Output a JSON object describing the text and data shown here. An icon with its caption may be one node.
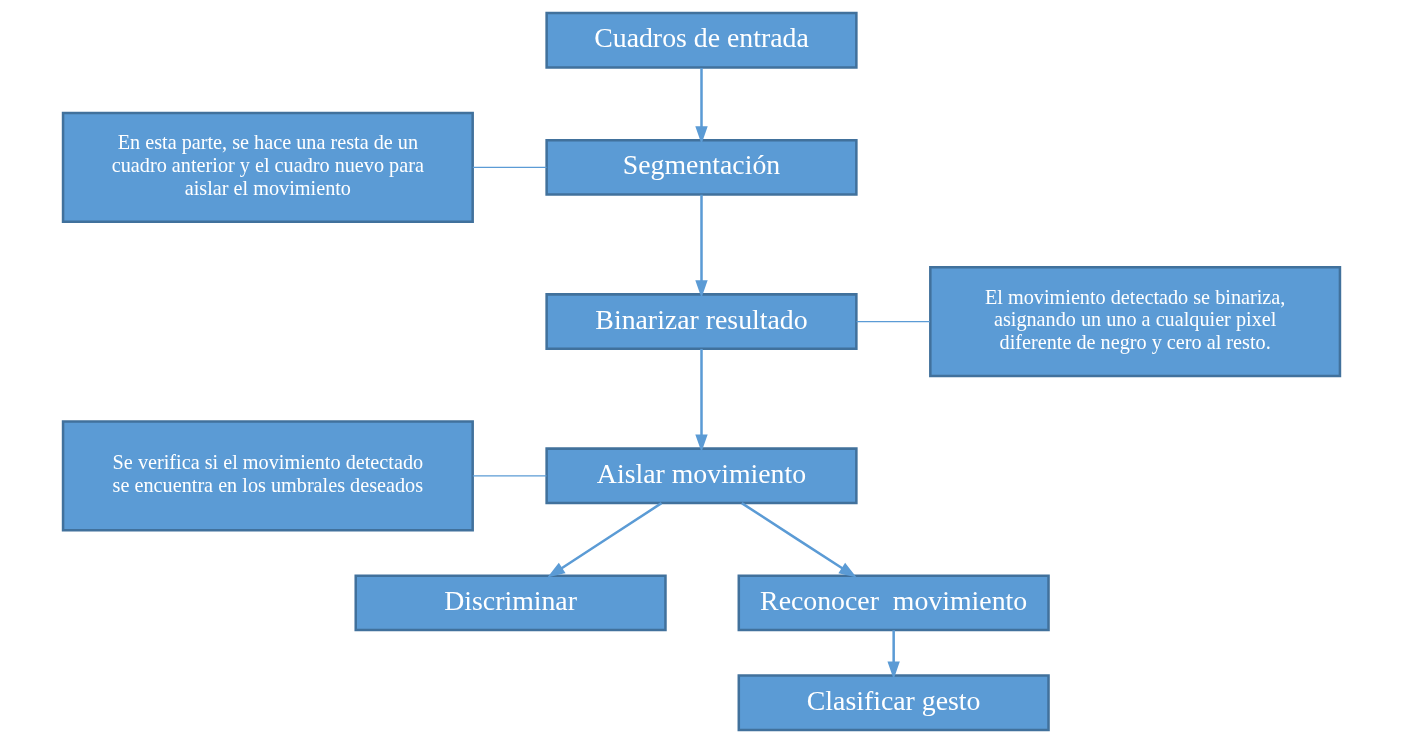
{
  "diagram": {
    "nodes": [
      {
        "text": [
          "Cuadros de entrada"
        ]
      },
      {
        "text": [
          "En esta parte, se hace una resta de un cuadro anterior y el cuadro nuevo para aislar el movimiento"
        ]
      },
      {
        "text": [
          "Segmentación"
        ]
      },
      {
        "text": [
          "Binarizar resultado"
        ]
      },
      {
        "text": [
          "El movimiento detectado se binariza, asignando un uno a cualquier pixel diferente de negro y cero al resto."
        ]
      },
      {
        "text": [
          "Se verifica si el movimiento detectado se encuentra en los umbrales deseados"
        ]
      },
      {
        "text": [
          "Aislar movimiento"
        ]
      },
      {
        "text": [
          "Discriminar"
        ]
      },
      {
        "text": [
          "Reconocer  movimiento"
        ]
      },
      {
        "text": [
          "Clasificar gesto"
        ]
      }
    ],
    "edges": [
      {
        "from": 0,
        "to": 2,
        "arrow": "to"
      },
      {
        "from": 1,
        "to": 2,
        "arrow": "none"
      },
      {
        "from": 2,
        "to": 3,
        "arrow": "to"
      },
      {
        "from": 3,
        "to": 4,
        "arrow": "none"
      },
      {
        "from": 3,
        "to": 6,
        "arrow": "to"
      },
      {
        "from": 5,
        "to": 6,
        "arrow": "none"
      },
      {
        "from": 6,
        "to": 7,
        "arrow": "to"
      },
      {
        "from": 6,
        "to": 8,
        "arrow": "to"
      },
      {
        "from": 8,
        "to": 9,
        "arrow": "to"
      }
    ]
  }
}
